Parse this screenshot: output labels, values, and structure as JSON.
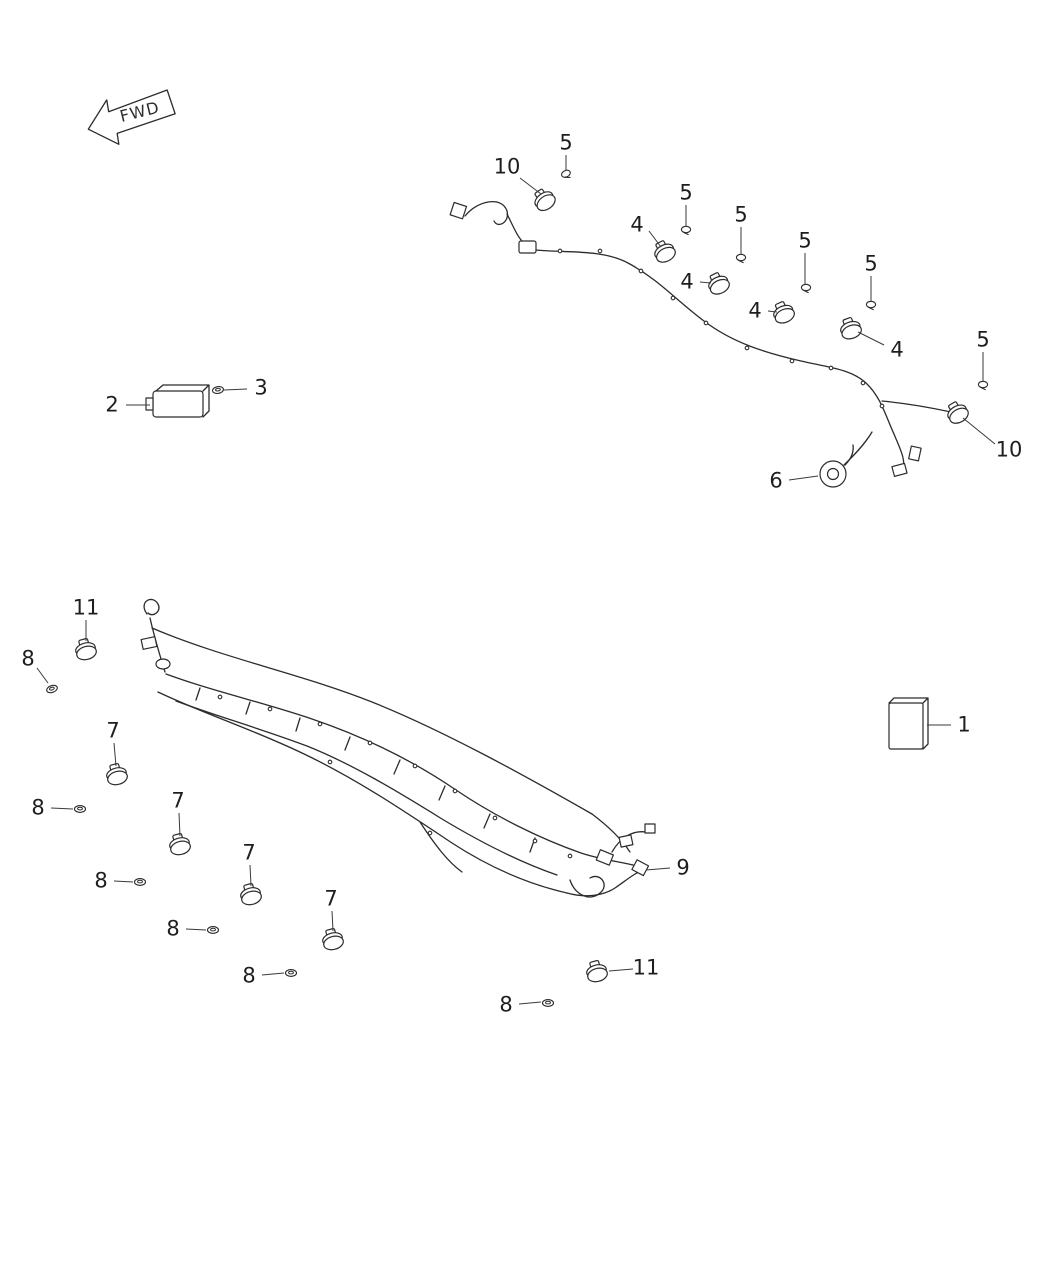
{
  "diagram": {
    "fwd_label": "FWD",
    "callouts": [
      {
        "label": "10"
      },
      {
        "label": "5"
      },
      {
        "label": "5"
      },
      {
        "label": "4"
      },
      {
        "label": "5"
      },
      {
        "label": "4"
      },
      {
        "label": "5"
      },
      {
        "label": "4"
      },
      {
        "label": "5"
      },
      {
        "label": "4"
      },
      {
        "label": "5"
      },
      {
        "label": "10"
      },
      {
        "label": "2"
      },
      {
        "label": "3"
      },
      {
        "label": "6"
      },
      {
        "label": "11"
      },
      {
        "label": "8"
      },
      {
        "label": "7"
      },
      {
        "label": "8"
      },
      {
        "label": "7"
      },
      {
        "label": "8"
      },
      {
        "label": "7"
      },
      {
        "label": "8"
      },
      {
        "label": "7"
      },
      {
        "label": "8"
      },
      {
        "label": "9"
      },
      {
        "label": "11"
      },
      {
        "label": "8"
      },
      {
        "label": "1"
      }
    ]
  }
}
